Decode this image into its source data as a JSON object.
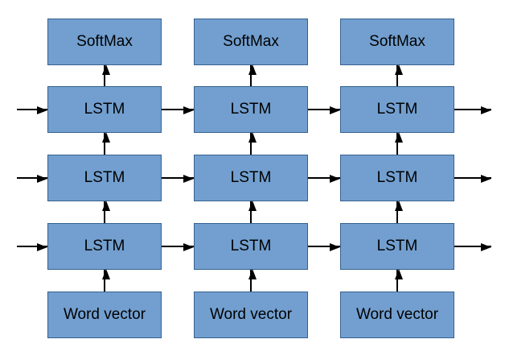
{
  "colors": {
    "background": "#ffffff",
    "box_fill": "#729fcf",
    "box_border": "#35618e",
    "arrow": "#000000",
    "text": "#000000"
  },
  "diagram": {
    "columns": [
      {
        "softmax": "SoftMax",
        "lstm_layer3": "LSTM",
        "lstm_layer2": "LSTM",
        "lstm_layer1": "LSTM",
        "input": "Word vector"
      },
      {
        "softmax": "SoftMax",
        "lstm_layer3": "LSTM",
        "lstm_layer2": "LSTM",
        "lstm_layer1": "LSTM",
        "input": "Word vector"
      },
      {
        "softmax": "SoftMax",
        "lstm_layer3": "LSTM",
        "lstm_layer2": "LSTM",
        "lstm_layer1": "LSTM",
        "input": "Word vector"
      }
    ]
  }
}
